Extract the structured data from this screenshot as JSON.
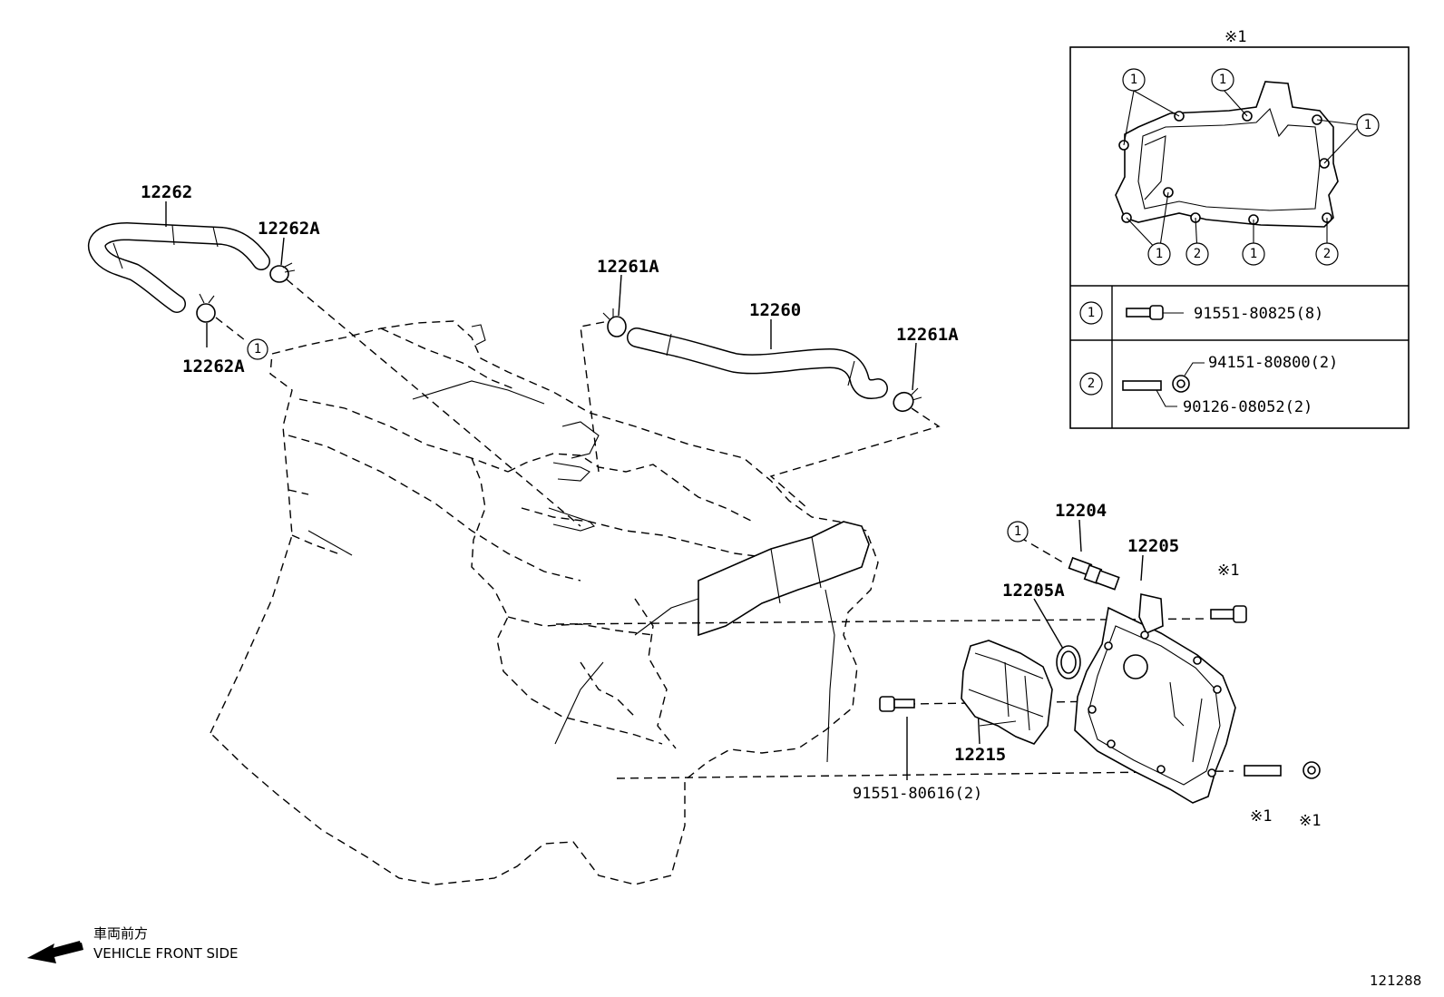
{
  "callouts": {
    "hose_12262": "12262",
    "clamp_12262A_top": "12262A",
    "clamp_12262A_bottom": "12262A",
    "clamp_12261A_left": "12261A",
    "hose_12260": "12260",
    "clamp_12261A_right": "12261A",
    "sensor_12204": "12204",
    "cover_12205": "12205",
    "seal_12205A": "12205A",
    "separator_12215": "12215",
    "bolt_91551_80616": "91551-80616(2)"
  },
  "refmarks": {
    "inset_header": "※1",
    "bolt_right": "※1",
    "stud_right": "※1",
    "nut_right": "※1"
  },
  "inset": {
    "gasket_marks": [
      "1",
      "1",
      "1",
      "1",
      "2",
      "1",
      "2"
    ],
    "legend": [
      {
        "mark": "1",
        "parts": [
          "91551-80825(8)"
        ]
      },
      {
        "mark": "2",
        "parts": [
          "94151-80800(2)",
          "90126-08052(2)"
        ]
      }
    ]
  },
  "small_marks": {
    "clamp_ref": "1",
    "sensor_ref": "1"
  },
  "direction": {
    "jp": "車両前方",
    "en": "VEHICLE FRONT SIDE"
  },
  "figure_number": "121288"
}
